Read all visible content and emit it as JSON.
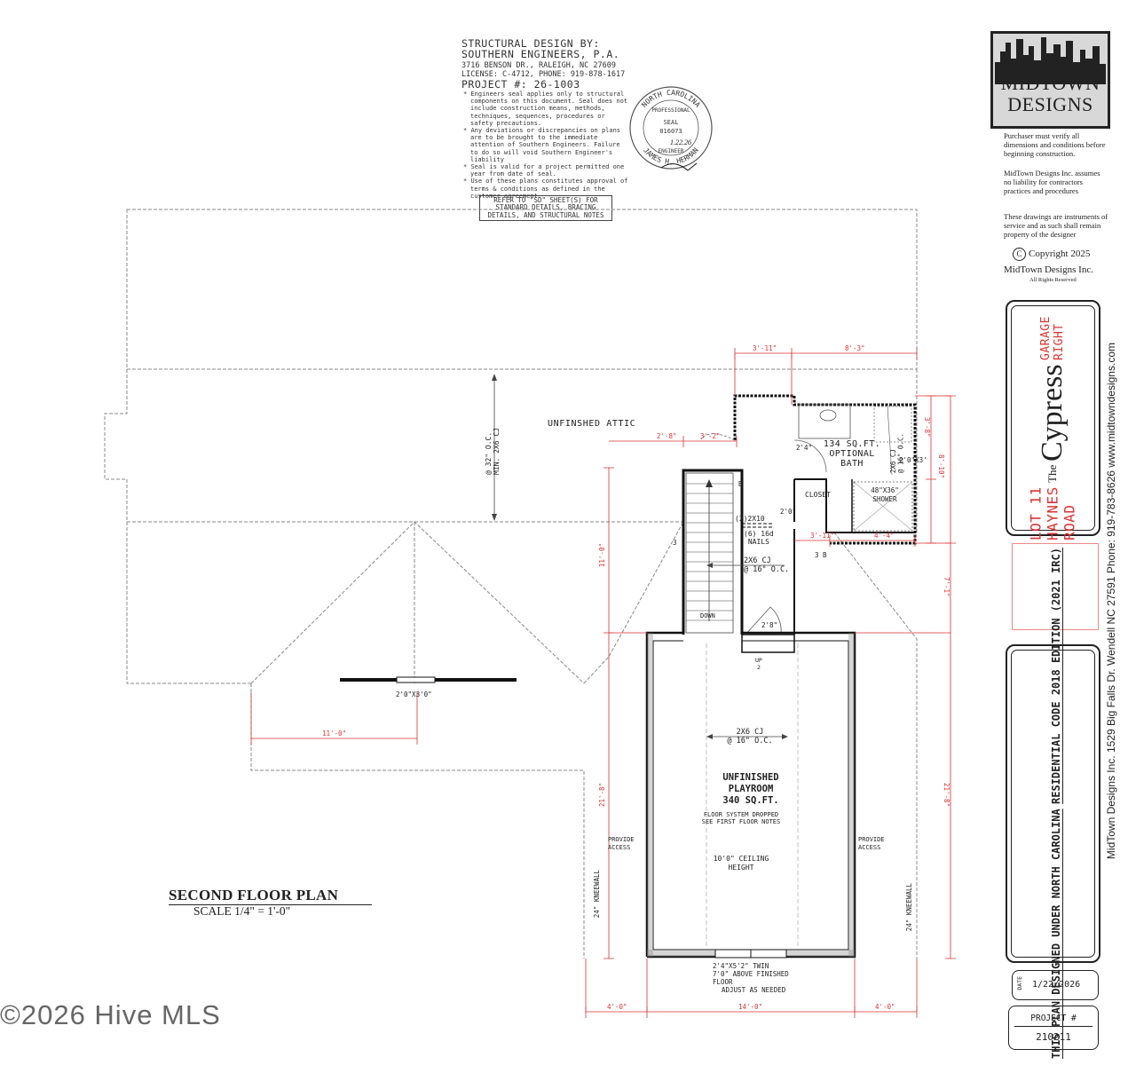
{
  "engineer": {
    "heading1": "STRUCTURAL DESIGN BY:",
    "heading2": "SOUTHERN ENGINEERS, P.A.",
    "address": "3716 BENSON DR., RALEIGH, NC 27609",
    "license": "LICENSE: C-4712, PHONE: 919-878-1617",
    "project": "PROJECT #: 26-1003",
    "notes": [
      "Engineers seal applies only to structural components on this document. Seal does not include construction means, methods, techniques, sequences, procedures or safety precautions.",
      "Any deviations or discrepancies on plans are to be brought to the immediate attention of Southern Engineers. Failure to do so will void Southern Engineer's liability",
      "Seal is valid for a project permitted one year from date of seal.",
      "Use of these plans constitutes approval of terms & conditions as defined in the customer agreement."
    ],
    "seal": {
      "state": "NORTH CAROLINA",
      "professional": "PROFESSIONAL",
      "seal_label": "SEAL",
      "number": "016073",
      "engineer": "ENGINEER",
      "name": "JAMES H. HERMAN",
      "date": "1.22.26"
    },
    "refer_note": "REFER TO \"SD\" SHEET(S) FOR STANDARD DETAILS, BRACING DETAILS, AND STRUCTURAL NOTES"
  },
  "plan": {
    "attic_label": "UNFINSHED ATTIC",
    "rafter_note_1": "@ 32\" O.C.",
    "rafter_note_2": "MIN. 2X6 CJ",
    "bath_1": "134 SQ.FT.",
    "bath_2": "OPTIONAL",
    "bath_3": "BATH",
    "bath_cj_1": "2X6 CJ",
    "bath_cj_2": "@ 16\" O.C.",
    "closet": "CLOSET",
    "shower_1": "48\"X36\"",
    "shower_2": "SHOWER",
    "header": "(2)2X10",
    "nails_1": "(6) 16d",
    "nails_2": "NAILS",
    "cj_1": "2X6 CJ",
    "cj_2": "@ 16\" O.C.",
    "down": "DOWN",
    "up": "UP",
    "up_num": "2",
    "door_small": "2'8\"",
    "window_small": "2'0\"X3'",
    "dormer_window": "2'0\"X3'0\"",
    "play_cj_1": "2X6 CJ",
    "play_cj_2": "@ 16\" O.C.",
    "play_1": "UNFINISHED",
    "play_2": "PLAYROOM",
    "play_3": "340 SQ.FT.",
    "floor_note_1": "FLOOR SYSTEM DROPPED",
    "floor_note_2": "SEE FIRST FLOOR NOTES",
    "ceiling_1": "10'0\" CEILING",
    "ceiling_2": "HEIGHT",
    "access_1": "PROVIDE",
    "access_2": "ACCESS",
    "kneewall": "24\" KNEEWALL",
    "twin_window_1": "2'4\"X5'2\" TWIN",
    "twin_window_2": "7'0\" ABOVE FINISHED",
    "twin_window_3": "FLOOR",
    "twin_window_4": "ADJUST AS NEEDED",
    "mark_b": "B",
    "mark_3": "3",
    "mark_3b": "3 B",
    "dims": {
      "top_a": "3'-11\"",
      "top_b": "8'-3\"",
      "d_2_8": "2'-8\"",
      "d_3_2": "3'-2\"",
      "d_2_4": "2'4\"",
      "d_2_0": "2'0\"",
      "d_3_11": "3'-11\"",
      "d_4_4": "4'-4\"",
      "d_3_8": "3'-8\"",
      "d_8_10": "8'-10\"",
      "d_7_1": "7'-1\"",
      "d_11_0": "11'-0\"",
      "d_11_0_dormer": "11'-0\"",
      "d_21_8_left": "21'-8\"",
      "d_21_8_right": "21'-8\"",
      "bot_a": "4'-0\"",
      "bot_b": "14'-0\"",
      "bot_c": "4'-0\""
    },
    "title": "SECOND FLOOR PLAN",
    "scale": "SCALE 1/4\" = 1'-0\""
  },
  "watermark": "©2026 Hive MLS",
  "titleblock": {
    "logo_1": "MIDTOWN",
    "logo_2": "DESIGNS",
    "verify": "Purchaser must verify all dimensions and conditions before beginning construction.",
    "liability": "MidTown Designs Inc. assumes no liability for contractors practices and procedures",
    "instruments": "These drawings are instruments of service and as such shall remain property of the designer",
    "copyright": "Copyright 2025",
    "company": "MidTown Designs Inc.",
    "rights": "All Rights Reserved",
    "lot": "LOT 11 HAYNES ROAD",
    "the": "The",
    "plan_name": "Cypress",
    "garage": "GARAGE RIGHT",
    "contact": "MidTown Designs Inc. 1529 Big Falls Dr. Wendell NC 27591  Phone: 919-783-8626  www.midtowndesigns.com",
    "code_1": "THIS PLAN DESIGNED UNDER NORTH CAROLINA",
    "code_2": "RESIDENTIAL CODE 2018 EDITION (2021 IRC)",
    "date_label": "DATE",
    "date": "1/22/2026",
    "project_label": "PROJECT #",
    "project": "210211"
  },
  "colors": {
    "dimension": "#dd3333",
    "wall": "#111111",
    "dashed": "#888888"
  }
}
